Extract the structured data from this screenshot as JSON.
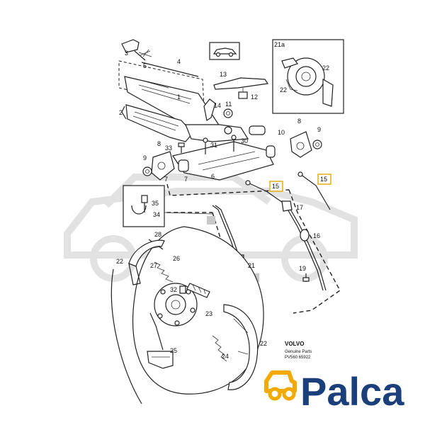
{
  "parts": {
    "p1": "1",
    "p2": "2",
    "p3": "3",
    "p4": "4",
    "p5": "5",
    "p6": "6",
    "p7a": "7",
    "p7b": "7",
    "p8a": "8",
    "p8b": "8",
    "p9a": "9",
    "p9b": "9",
    "p10": "10",
    "p11": "11",
    "p12": "12",
    "p13": "13",
    "p14": "14",
    "p15a": "15",
    "p15b": "15",
    "p16": "16",
    "p17": "17",
    "p19": "19",
    "p21": "21",
    "p21a": "21a",
    "p22a": "22",
    "p22b": "22",
    "p22c": "22",
    "p22d": "22",
    "p23": "23",
    "p24": "24",
    "p25": "25",
    "p26": "26",
    "p27": "27",
    "p28": "28",
    "p30": "30",
    "p31": "31",
    "p32": "32",
    "p33": "33",
    "p34": "34",
    "p35": "35"
  },
  "brand": {
    "name": "VOLVO",
    "subtitle": "Genuine Parts",
    "code": "PV560 65922"
  },
  "logo": {
    "text": "Palca",
    "color_primary": "#1b3f7a",
    "color_accent": "#f2a900"
  }
}
